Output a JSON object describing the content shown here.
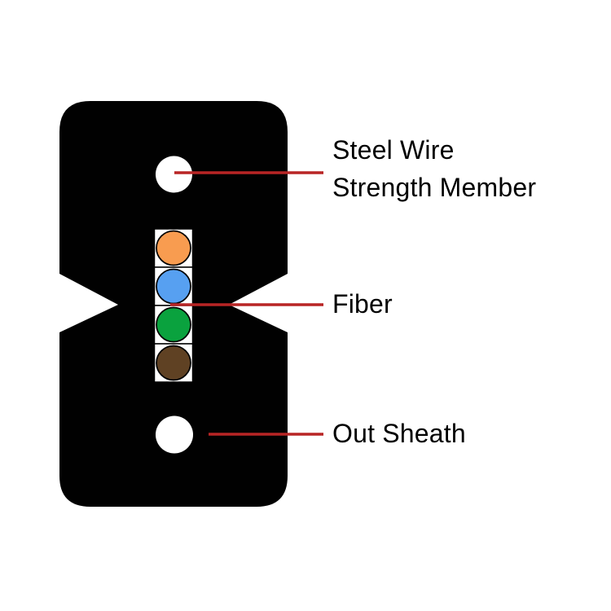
{
  "colors": {
    "background": "#ffffff",
    "cable_body": "#010101",
    "leader_line": "#b82525",
    "label_text": "#000000",
    "steel_wire_fill": "#ffffff",
    "fiber_cell_fill": "#ffffff",
    "outline": "#000000"
  },
  "fibers": [
    {
      "name": "fiber-orange",
      "color": "#f89c50"
    },
    {
      "name": "fiber-blue",
      "color": "#57a0f1"
    },
    {
      "name": "fiber-green",
      "color": "#0aa23e"
    },
    {
      "name": "fiber-brown",
      "color": "#5f4123"
    }
  ],
  "labels": {
    "steel_wire": {
      "line1": "Steel Wire",
      "line2": "Strength Member"
    },
    "fiber": {
      "text": "Fiber"
    },
    "out_sheath": {
      "text": "Out Sheath"
    }
  }
}
